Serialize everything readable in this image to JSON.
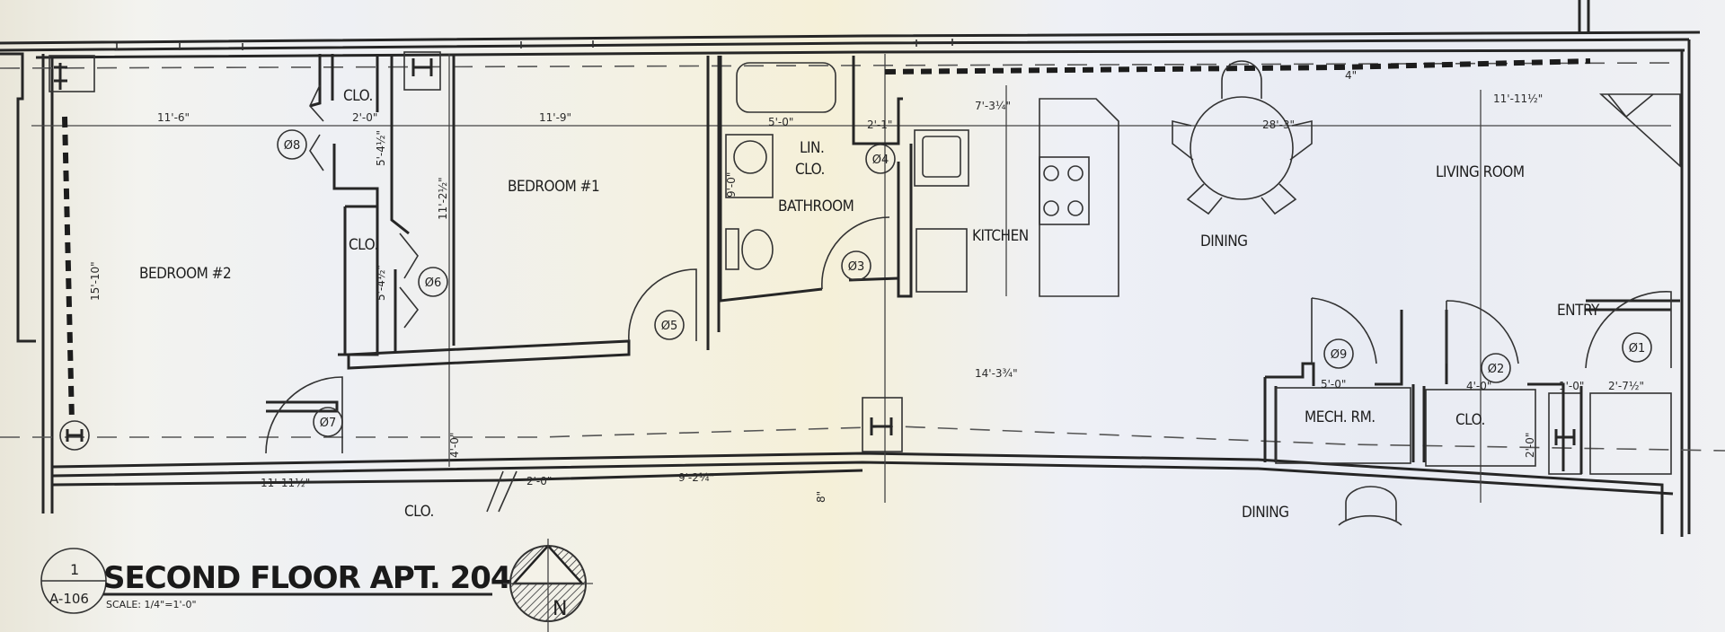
{
  "drawing": {
    "title": "SECOND FLOOR APT. 204",
    "detail_number": "1",
    "sheet_number": "A-106",
    "scale": "SCALE: 1/4\"=1'-0\"",
    "north_label": "N"
  },
  "rooms": {
    "bedroom2": "BEDROOM #2",
    "bedroom1": "BEDROOM #1",
    "closet_upper": "CLO.",
    "closet_lower": "CLO.",
    "linen_closet_1": "LIN.",
    "linen_closet_2": "CLO.",
    "bathroom": "BATHROOM",
    "kitchen": "KITCHEN",
    "dining": "DINING",
    "living_room": "LIVING ROOM",
    "entry": "ENTRY",
    "mech_room": "MECH. RM.",
    "closet_entry": "CLO.",
    "closet_below": "CLO.",
    "dining_below": "DINING"
  },
  "doors": [
    "Ø1",
    "Ø2",
    "Ø3",
    "Ø4",
    "Ø5",
    "Ø6",
    "Ø7",
    "Ø8",
    "Ø9"
  ],
  "dimensions": {
    "bedroom2_width": "11'-6\"",
    "bedroom1_width": "11'-9\"",
    "closet_width": "2'-0\"",
    "closet_upper_depth": "5'-4½\"",
    "closet_lower_depth": "5'-4½\"",
    "bedroom1_depth": "11'-2½\"",
    "bedroom2_depth": "15'-10\"",
    "bath_width": "5'-0\"",
    "bath_depth": "9'-0\"",
    "linen_width": "2'-1\"",
    "kitchen_width": "7'-3¼\"",
    "living_dining_width": "28'-3\"",
    "living_inner": "11'-11½\"",
    "soffit": "4\"",
    "hall_length": "14'-3¾\"",
    "mech_width": "5'-0\"",
    "clo_width": "4'-0\"",
    "chase_width": "1'-0\"",
    "entry_closet": "2'-7½\"",
    "clo_depth": "2'-0\"",
    "hall_width": "4'-0\"",
    "lower_left": "11'-11½\"",
    "lower_clo": "2'-0\"",
    "lower_room": "9'-2¼\"",
    "lower_small": "8\""
  }
}
